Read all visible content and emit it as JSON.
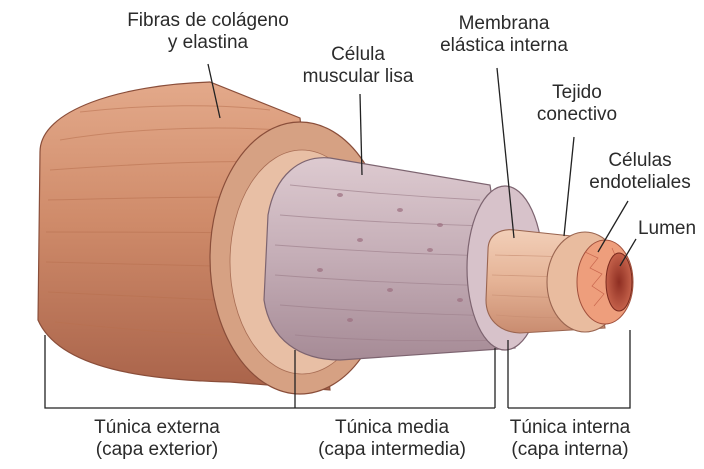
{
  "labels": {
    "fibers": {
      "line1": "Fibras de colágeno",
      "line2": "y elastina"
    },
    "smooth_muscle": {
      "line1": "Célula",
      "line2": "muscular lisa"
    },
    "internal_elastic": {
      "line1": "Membrana",
      "line2": "elástica interna"
    },
    "connective": {
      "line1": "Tejido",
      "line2": "conectivo"
    },
    "endothelial": {
      "line1": "Células",
      "line2": "endoteliales"
    },
    "lumen": {
      "line1": "Lumen"
    }
  },
  "layers": {
    "externa": {
      "line1": "Túnica externa",
      "line2": "(capa exterior)"
    },
    "media": {
      "line1": "Túnica media",
      "line2": "(capa intermedia)"
    },
    "interna": {
      "line1": "Túnica interna",
      "line2": "(capa interna)"
    }
  },
  "colors": {
    "externa": "#cf8d6c",
    "media": "#c9b2bb",
    "interna_connective": "#e7b89c",
    "endothelium": "#e9a080",
    "lumen": "#b14a38",
    "text": "#2b2b2b",
    "leader": "#222222"
  }
}
